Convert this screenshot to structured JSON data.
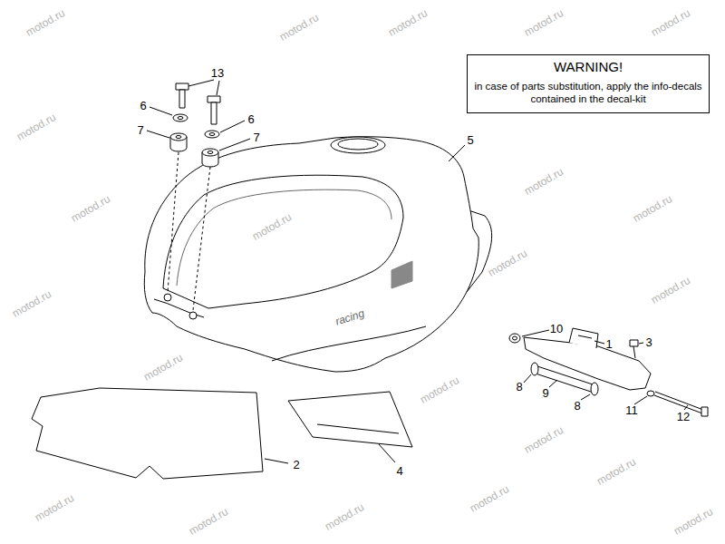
{
  "diagram": {
    "nodes": [
      {
        "text": [
          "WARNING!",
          "in case of parts substitution, apply the info-decals contained in the decal-kit"
        ]
      }
    ],
    "labels": [
      "13",
      "6",
      "7",
      "6",
      "7",
      "5",
      "racing",
      "10",
      "1",
      "3",
      "8",
      "9",
      "8",
      "11",
      "12",
      "2",
      "4",
      "motod.ru",
      "motod.ru",
      "motod.ru",
      "motod.ru",
      "motod.ru",
      "motod.ru",
      "motod.ru",
      "motod.ru",
      "motod.ru",
      "motod.ru",
      "motod.ru",
      "motod.ru",
      "motod.ru",
      "motod.ru",
      "motod.ru",
      "motod.ru",
      "motod.ru",
      "motod.ru",
      "motod.ru",
      "motod.ru",
      "motod.ru",
      "motod.ru"
    ]
  }
}
